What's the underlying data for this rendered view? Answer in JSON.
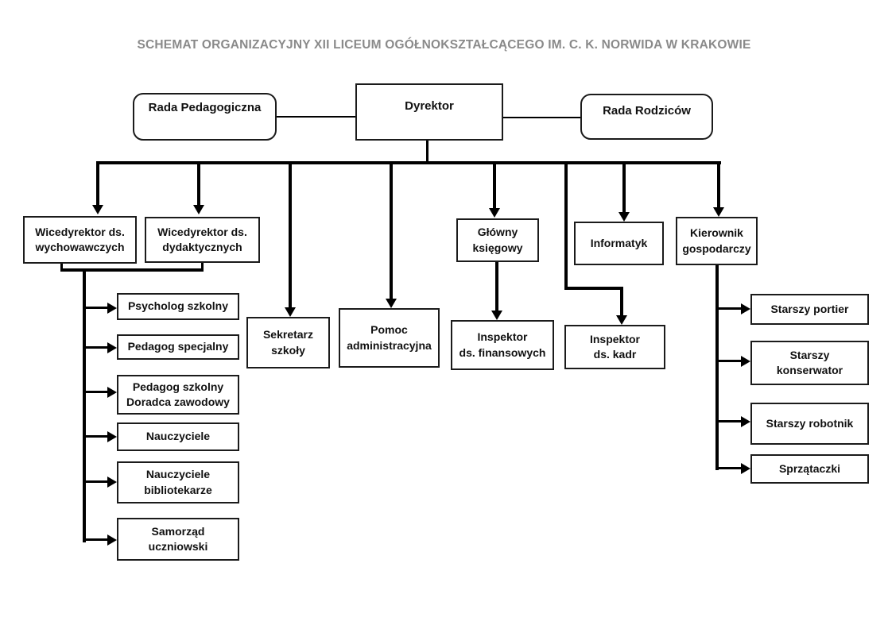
{
  "title": "SCHEMAT ORGANIZACYJNY XII LICEUM OGÓŁNOKSZTAŁCĄCEGO IM. C. K. NORWIDA W KRAKOWIE",
  "colors": {
    "line": "#000000",
    "title_text": "#8a8a8a",
    "box_border": "#1b1b1b",
    "box_fill": "#ffffff"
  },
  "nodes": {
    "rada_pedagogiczna": {
      "label": "Rada Pedagogiczna"
    },
    "dyrektor": {
      "label": "Dyrektor"
    },
    "rada_rodzicow": {
      "label": "Rada Rodziców"
    },
    "wicedyrektor_wychowawczych": {
      "label": "Wicedyrektor ds.\nwychowawczych"
    },
    "wicedyrektor_dydaktycznych": {
      "label": "Wicedyrektor ds.\ndydaktycznych"
    },
    "sekretarz_szkoly": {
      "label": "Sekretarz\nszkoły"
    },
    "pomoc_administracyjna": {
      "label": "Pomoc\nadministracyjna"
    },
    "glowny_ksiegowy": {
      "label": "Główny\nksięgowy"
    },
    "informatyk": {
      "label": "Informatyk"
    },
    "kierownik_gospodarczy": {
      "label": "Kierownik\ngospodarczy"
    },
    "inspektor_finansowych": {
      "label": "Inspektor\nds. finansowych"
    },
    "inspektor_kadr": {
      "label": "Inspektor\nds. kadr"
    },
    "psycholog_szkolny": {
      "label": "Psycholog szkolny"
    },
    "pedagog_specjalny": {
      "label": "Pedagog specjalny"
    },
    "pedagog_szkolny_doradca": {
      "label": "Pedagog szkolny\nDoradca zawodowy"
    },
    "nauczyciele": {
      "label": "Nauczyciele"
    },
    "nauczyciele_bibliotekarze": {
      "label": "Nauczyciele\nbibliotekarze"
    },
    "samorzad_uczniowski": {
      "label": "Samorząd\nuczniowski"
    },
    "starszy_portier": {
      "label": "Starszy portier"
    },
    "starszy_konserwator": {
      "label": "Starszy\nkonserwator"
    },
    "starszy_robotnik": {
      "label": "Starszy robotnik"
    },
    "sprzataczki": {
      "label": "Sprzątaczki"
    }
  },
  "edges": [
    {
      "from": "rada_pedagogiczna",
      "to": "dyrektor"
    },
    {
      "from": "dyrektor",
      "to": "rada_rodzicow"
    },
    {
      "from": "dyrektor",
      "to": "wicedyrektor_wychowawczych"
    },
    {
      "from": "dyrektor",
      "to": "wicedyrektor_dydaktycznych"
    },
    {
      "from": "dyrektor",
      "to": "sekretarz_szkoly"
    },
    {
      "from": "dyrektor",
      "to": "pomoc_administracyjna"
    },
    {
      "from": "dyrektor",
      "to": "glowny_ksiegowy"
    },
    {
      "from": "dyrektor",
      "to": "inspektor_kadr"
    },
    {
      "from": "dyrektor",
      "to": "informatyk"
    },
    {
      "from": "dyrektor",
      "to": "kierownik_gospodarczy"
    },
    {
      "from": "glowny_ksiegowy",
      "to": "inspektor_finansowych"
    },
    {
      "from": "wicedyrektorzy",
      "to": "psycholog_szkolny"
    },
    {
      "from": "wicedyrektorzy",
      "to": "pedagog_specjalny"
    },
    {
      "from": "wicedyrektorzy",
      "to": "pedagog_szkolny_doradca"
    },
    {
      "from": "wicedyrektorzy",
      "to": "nauczyciele"
    },
    {
      "from": "wicedyrektorzy",
      "to": "nauczyciele_bibliotekarze"
    },
    {
      "from": "wicedyrektorzy",
      "to": "samorzad_uczniowski"
    },
    {
      "from": "kierownik_gospodarczy",
      "to": "starszy_portier"
    },
    {
      "from": "kierownik_gospodarczy",
      "to": "starszy_konserwator"
    },
    {
      "from": "kierownik_gospodarczy",
      "to": "starszy_robotnik"
    },
    {
      "from": "kierownik_gospodarczy",
      "to": "sprzataczki"
    }
  ]
}
